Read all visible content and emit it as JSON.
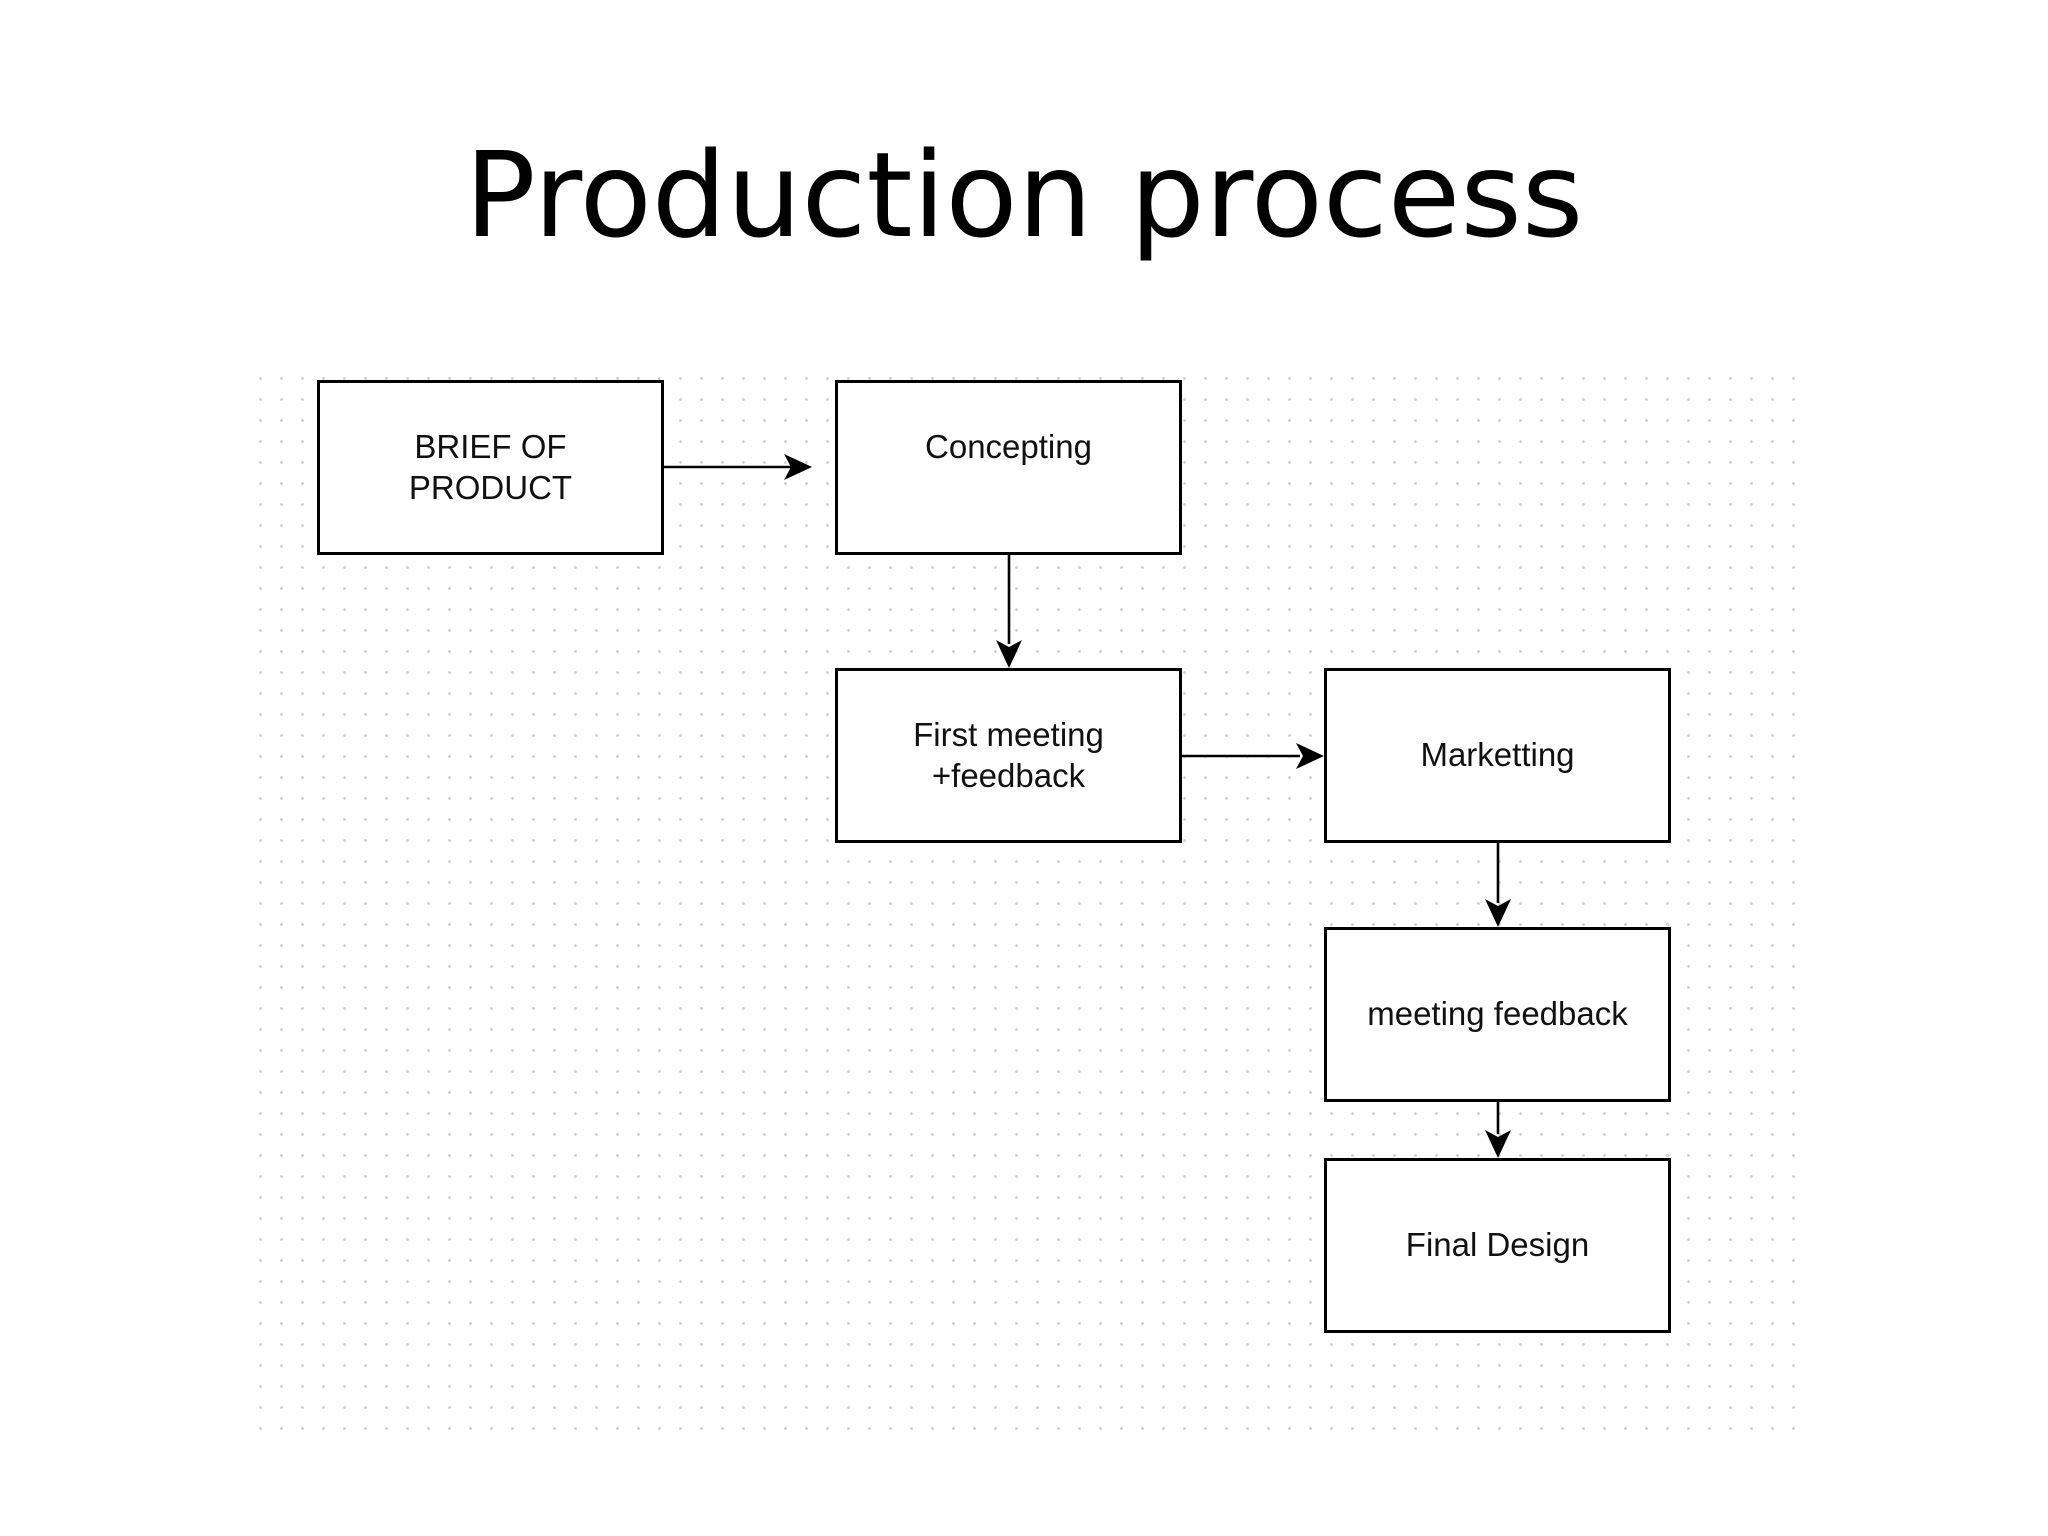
{
  "title": "Production process",
  "diagram": {
    "nodes": [
      {
        "id": "brief",
        "label": "BRIEF OF\nPRODUCT"
      },
      {
        "id": "concepting",
        "label": "Concepting"
      },
      {
        "id": "first_meeting",
        "label": "First meeting\n+feedback"
      },
      {
        "id": "marketting",
        "label": "Marketting"
      },
      {
        "id": "meeting_feedback",
        "label": "meeting feedback"
      },
      {
        "id": "final_design",
        "label": "Final Design"
      }
    ],
    "edges": [
      {
        "from": "brief",
        "to": "concepting"
      },
      {
        "from": "concepting",
        "to": "first_meeting"
      },
      {
        "from": "first_meeting",
        "to": "marketting"
      },
      {
        "from": "marketting",
        "to": "meeting_feedback"
      },
      {
        "from": "meeting_feedback",
        "to": "final_design"
      }
    ]
  },
  "colors": {
    "stroke": "#000000",
    "grid_dot": "#d2d2d2",
    "background": "#ffffff"
  }
}
